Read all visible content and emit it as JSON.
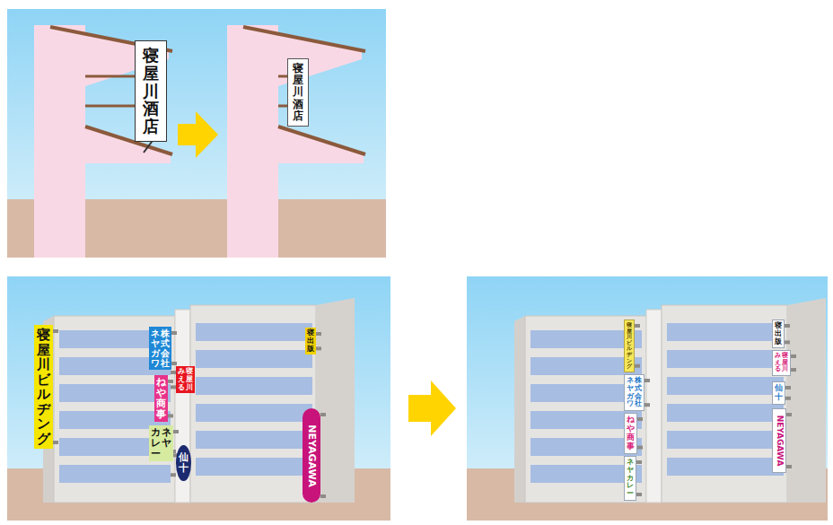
{
  "diagram": {
    "nodes": [
      {
        "text": [
          "寝屋川酒店"
        ]
      },
      {
        "text": [
          "寝屋川酒店"
        ]
      },
      {
        "text": [
          "寝屋川ビルヂング"
        ]
      },
      {
        "text": [
          "株式会社",
          "ネヤガワ"
        ]
      },
      {
        "text": [
          "寝屋川",
          "みえる"
        ]
      },
      {
        "text": [
          "ねや商事"
        ]
      },
      {
        "text": [
          "ネヤ",
          "カレー"
        ]
      },
      {
        "text": [
          "仙十"
        ]
      },
      {
        "text": [
          "寝出版"
        ]
      },
      {
        "text": [
          "NEYAGAWA"
        ]
      },
      {
        "text": [
          "寝屋川ビルヂング"
        ]
      },
      {
        "text": [
          "株式会社",
          "ネヤガワ"
        ]
      },
      {
        "text": [
          "ねや商事"
        ]
      },
      {
        "text": [
          "ネヤカレー"
        ]
      },
      {
        "text": [
          "寝出版"
        ]
      },
      {
        "text": [
          "寝屋川",
          "みえる"
        ]
      },
      {
        "text": [
          "仙十"
        ]
      },
      {
        "text": [
          "NEYAGAWA"
        ]
      }
    ]
  }
}
